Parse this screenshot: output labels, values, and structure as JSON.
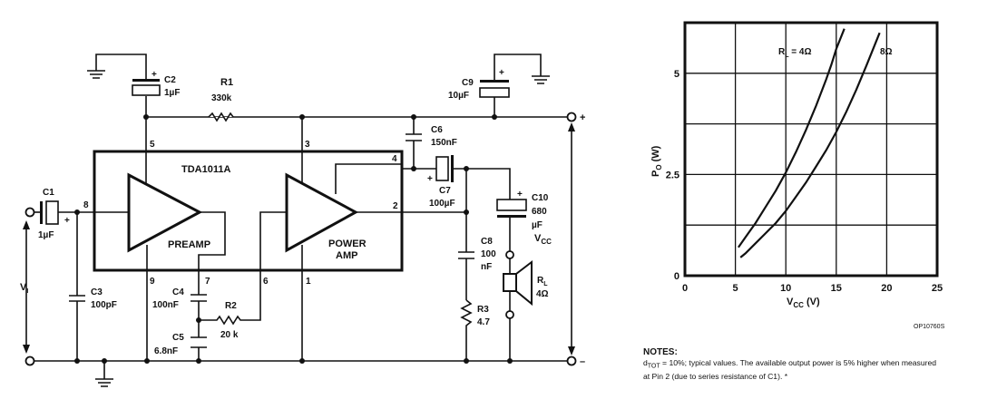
{
  "schematic": {
    "ic_name": "TDA1011A",
    "blocks": {
      "preamp": "PREAMP",
      "power_amp_line1": "POWER",
      "power_amp_line2": "AMP"
    },
    "pins": {
      "p8": "8",
      "p5": "5",
      "p3": "3",
      "p4": "4",
      "p2": "2",
      "p9": "9",
      "p7": "7",
      "p6": "6",
      "p1": "1"
    },
    "components": {
      "C1": {
        "name": "C1",
        "value": "1µF"
      },
      "C2": {
        "name": "C2",
        "value": "1µF"
      },
      "C3": {
        "name": "C3",
        "value": "100pF"
      },
      "C4": {
        "name": "C4",
        "value": "100nF"
      },
      "C5": {
        "name": "C5",
        "value": "6.8nF"
      },
      "C6": {
        "name": "C6",
        "value": "150nF"
      },
      "C7": {
        "name": "C7",
        "value": "100µF"
      },
      "C8": {
        "name": "C8",
        "value_line1": "100",
        "value_line2": "nF"
      },
      "C9": {
        "name": "C9",
        "value": "10µF"
      },
      "C10": {
        "name": "C10",
        "value_line1": "680",
        "value_line2": "µF"
      },
      "R1": {
        "name": "R1",
        "value": "330k"
      },
      "R2": {
        "name": "R2",
        "value": "20 k"
      },
      "R3": {
        "name": "R3",
        "value": "4.7"
      },
      "RL": {
        "name": "R",
        "sub": "L",
        "value": "4Ω"
      }
    },
    "labels": {
      "vi": "V",
      "vi_sub": "I",
      "vcc": "V",
      "vcc_sub": "CC",
      "plus": "+",
      "minus": "–",
      "pol": "+"
    }
  },
  "chart_data": {
    "type": "line",
    "title": "",
    "xlabel": "VCC (V)",
    "ylabel": "PO (W)",
    "xlim": [
      0,
      25
    ],
    "ylim": [
      0,
      6.25
    ],
    "xticks": [
      0,
      5,
      10,
      15,
      20,
      25
    ],
    "yticks_labeled": [
      0,
      2.5,
      5
    ],
    "ytick_labels": [
      "0",
      "2.5",
      "5"
    ],
    "grid": true,
    "grid_x": [
      5,
      10,
      15,
      20
    ],
    "grid_y": [
      1.25,
      2.5,
      3.75,
      5
    ],
    "series": [
      {
        "name": "RL = 4Ω",
        "label_main": "R",
        "label_sub": "L",
        "label_rest": " = 4Ω",
        "x": [
          5.3,
          6,
          7,
          8,
          9,
          10,
          11,
          12,
          13,
          14,
          14.5,
          15,
          15.8
        ],
        "y": [
          0.7,
          0.95,
          1.3,
          1.7,
          2.1,
          2.55,
          3.05,
          3.6,
          4.2,
          4.85,
          5.2,
          5.6,
          6.1
        ]
      },
      {
        "name": "8Ω",
        "label_main": "8Ω",
        "x": [
          5.5,
          6,
          7,
          8,
          9,
          10,
          11,
          12,
          13,
          14,
          15,
          16,
          17,
          18,
          19.3
        ],
        "y": [
          0.45,
          0.55,
          0.8,
          1.05,
          1.3,
          1.6,
          1.95,
          2.3,
          2.7,
          3.1,
          3.55,
          4.05,
          4.6,
          5.2,
          6.0
        ]
      }
    ],
    "figure_code": "OP10760S"
  },
  "notes": {
    "title": "NOTES:",
    "d": "d",
    "d_sub": "TOT",
    "text": " = 10%; typical values. The available output power is 5% higher when measured at Pin 2 (due to series resistance of C1). *"
  }
}
